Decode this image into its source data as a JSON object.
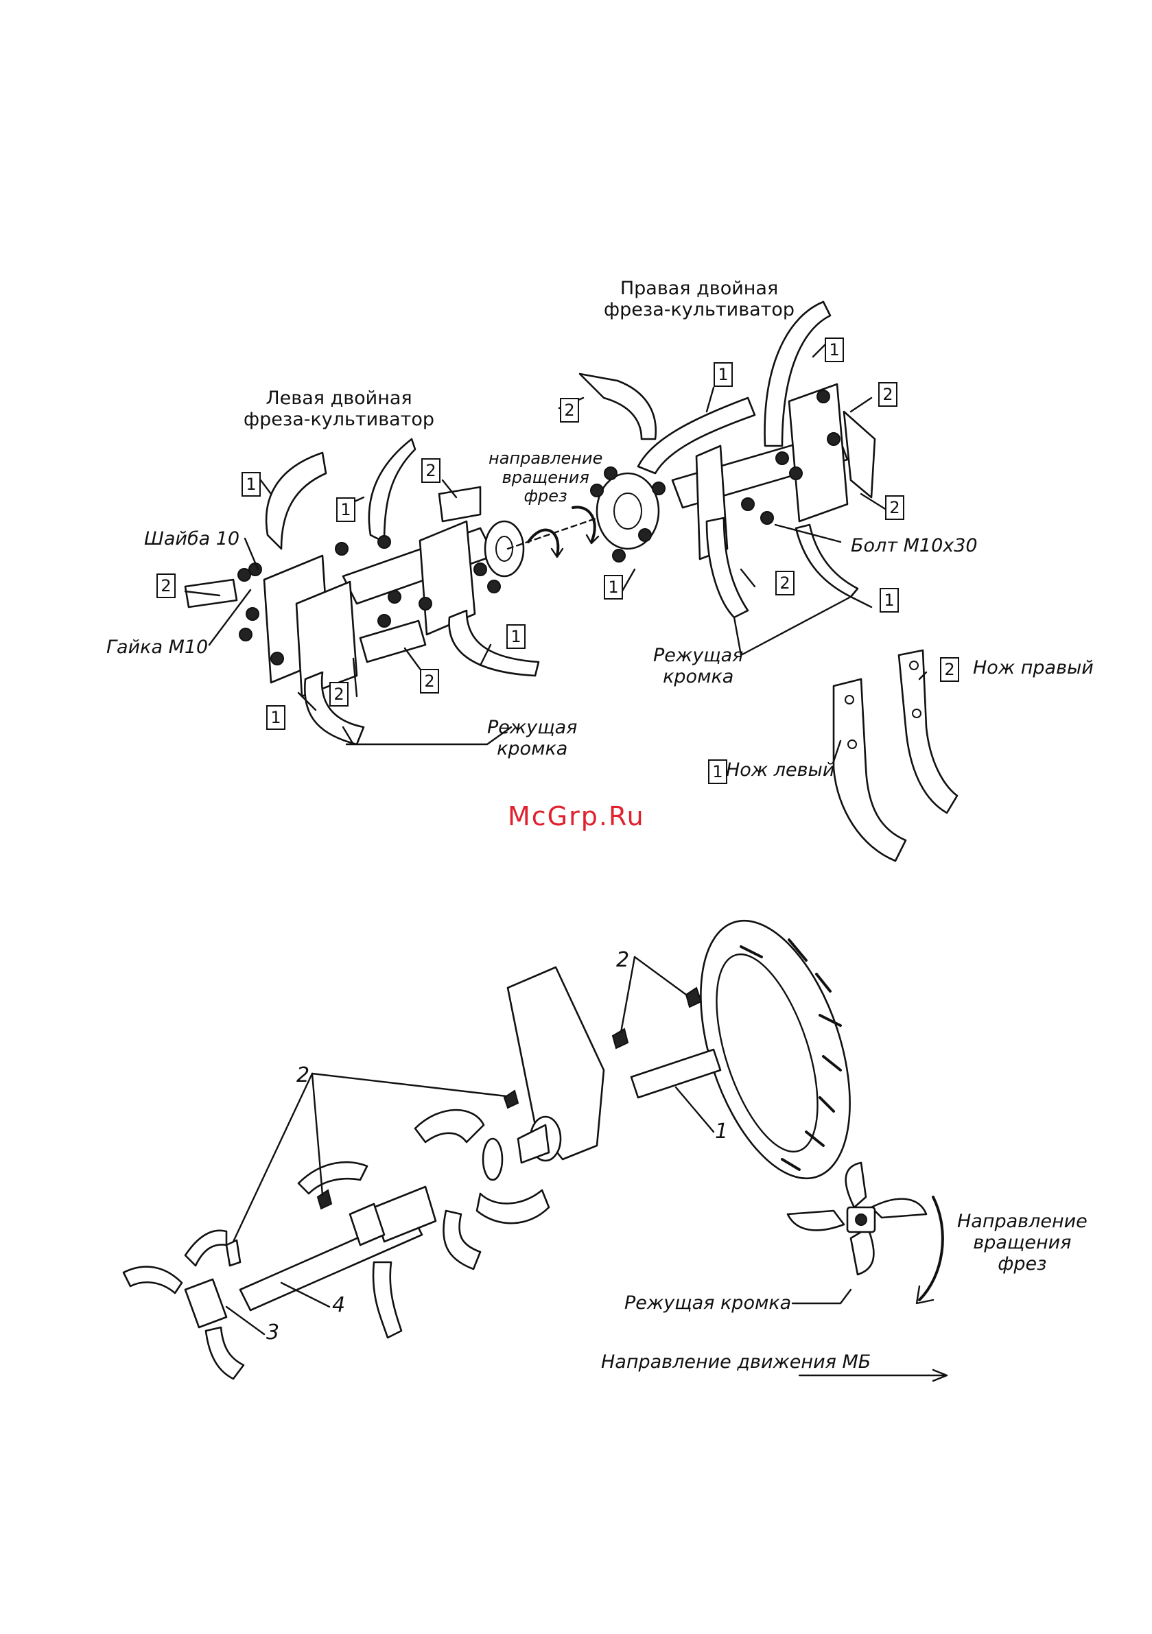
{
  "top_diagram": {
    "right_cutter_title": [
      "Правая двойная",
      "фреза-культиватор"
    ],
    "left_cutter_title": [
      "Левая двойная",
      "фреза-культиватор"
    ],
    "rotation_direction": [
      "направление",
      "вращения",
      "фрез"
    ],
    "washer": "Шайба 10",
    "nut": "Гайка М10",
    "bolt": "Болт М10х30",
    "cutting_edge": [
      "Режущая",
      "кромка"
    ],
    "knife_right": "Нож правый",
    "knife_left": "Нож левый",
    "callout_1": "1",
    "callout_2": "2"
  },
  "watermark": "McGrp.Ru",
  "bottom_diagram": {
    "callouts": [
      "1",
      "2",
      "2",
      "3",
      "4"
    ],
    "rotation_direction": [
      "Направление",
      "вращения",
      "фрез"
    ],
    "cutting_edge": "Режущая кромка",
    "travel_direction": "Направление движения МБ"
  }
}
